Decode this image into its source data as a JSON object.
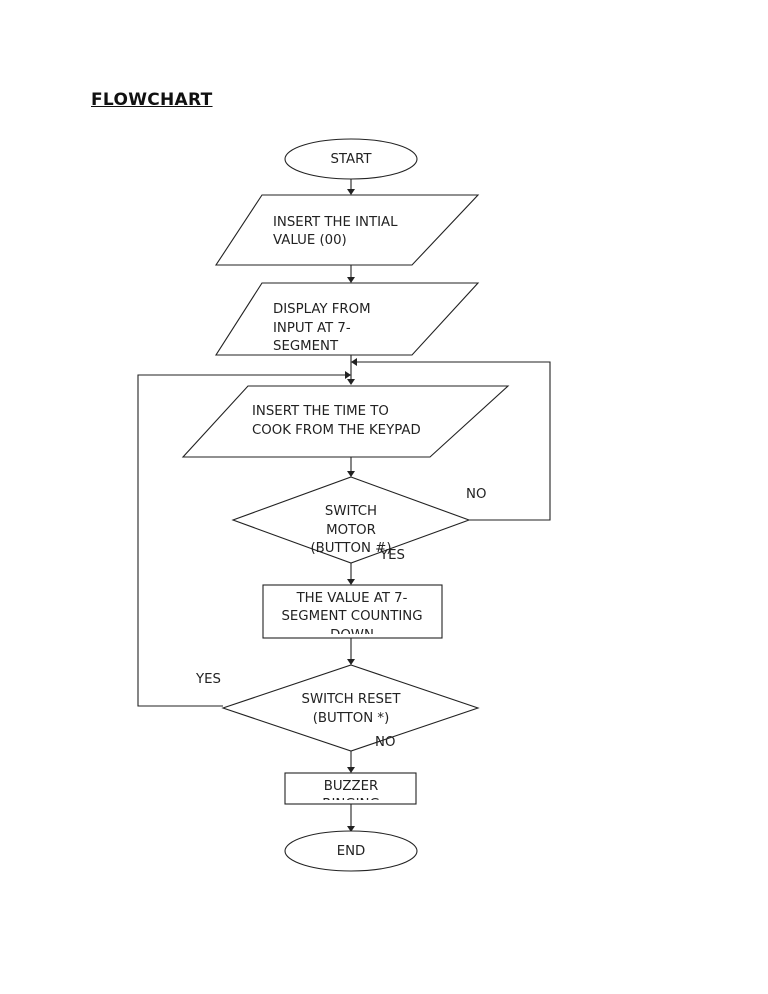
{
  "heading": "FLOWCHART",
  "nodes": {
    "start": "START",
    "insert_initial": [
      "INSERT THE INTIAL",
      "VALUE (00)"
    ],
    "display_input": [
      "DISPLAY FROM",
      "INPUT AT 7-",
      "SEGMENT"
    ],
    "insert_time": [
      "INSERT THE TIME TO",
      "COOK FROM THE KEYPAD"
    ],
    "switch_motor": [
      "SWITCH",
      "MOTOR",
      "(BUTTON #)"
    ],
    "counting_down": [
      "THE VALUE AT 7-",
      "SEGMENT COUNTING",
      "DOWN"
    ],
    "switch_reset": [
      "SWITCH RESET",
      "(BUTTON *)"
    ],
    "buzzer": [
      "BUZZER",
      "RINGING"
    ],
    "end": "END"
  },
  "edge_labels": {
    "motor_no": "NO",
    "motor_yes": "YES",
    "reset_yes": "YES",
    "reset_no": "NO"
  }
}
